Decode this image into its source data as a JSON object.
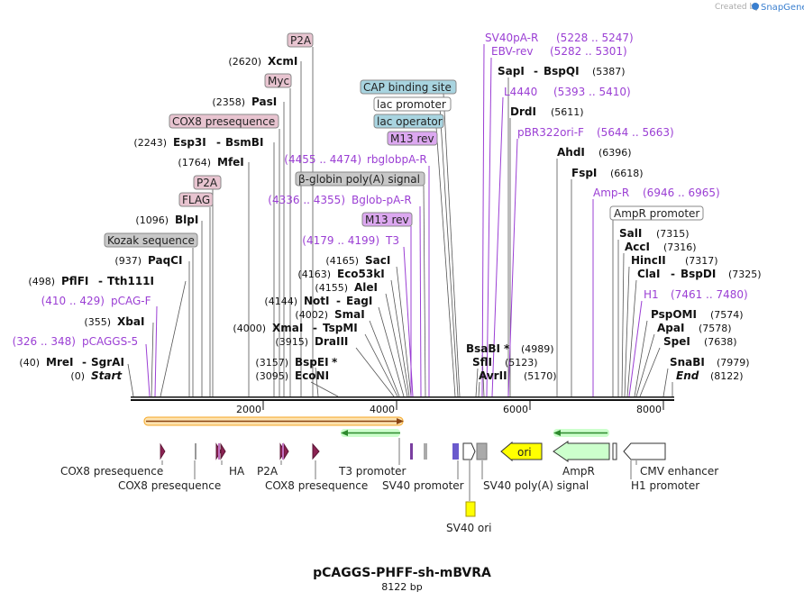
{
  "credit": {
    "prefix": "Created by",
    "brand": "SnapGene"
  },
  "plasmid": {
    "name": "pCAGGS-PHFF-sh-mBVRA",
    "length": "8122 bp"
  },
  "axis_ticks": [
    "2000",
    "4000",
    "6000",
    "8000"
  ],
  "left_labels": [
    {
      "pos": "(2620)",
      "name": "XcmI"
    },
    {
      "pos": "(2358)",
      "name": "PasI"
    },
    {
      "pos": "(2243)",
      "name": "Esp3I",
      "dash": "-",
      "name2": "BsmBI"
    },
    {
      "pos": "(1764)",
      "name": "MfeI"
    },
    {
      "pos": "(1096)",
      "name": "BlpI"
    },
    {
      "pos": "(937)",
      "name": "PaqCI"
    },
    {
      "pos": "(498)",
      "name": "PflFI",
      "dash": "-",
      "name2": "Tth111I"
    },
    {
      "pos": "(410 .. 429)",
      "name": "pCAG-F"
    },
    {
      "pos": "(355)",
      "name": "XbaI"
    },
    {
      "pos": "(326 .. 348)",
      "name": "pCAGGS-5"
    },
    {
      "pos": "(40)",
      "name": "MreI",
      "dash": "-",
      "name2": "SgrAI"
    },
    {
      "pos": "(0)",
      "name": "Start"
    }
  ],
  "left_features": [
    {
      "name": "P2A",
      "color": "#e8c4d0"
    },
    {
      "name": "Myc",
      "color": "#e8c4d0"
    },
    {
      "name": "COX8 presequence",
      "color": "#e8c4d0"
    },
    {
      "name": "P2A",
      "color": "#e8c4d0"
    },
    {
      "name": "FLAG",
      "color": "#e8c4d0"
    },
    {
      "name": "Kozak sequence",
      "color": "#c8c8c8"
    }
  ],
  "middle_labels": [
    {
      "pos": "(4455 .. 4474)",
      "name": "rbglobpA-R"
    },
    {
      "pos": "(4336 .. 4355)",
      "name": "Bglob-pA-R"
    },
    {
      "pos": "(4179 .. 4199)",
      "name": "T3"
    },
    {
      "pos": "(4165)",
      "name": "SacI"
    },
    {
      "pos": "(4163)",
      "name": "Eco53kI"
    },
    {
      "pos": "(4155)",
      "name": "AleI"
    },
    {
      "pos": "(4144)",
      "name": "NotI",
      "dash": "-",
      "name2": "EagI"
    },
    {
      "pos": "(4002)",
      "name": "SmaI"
    },
    {
      "pos": "(4000)",
      "name": "XmaI",
      "dash": "-",
      "name2": "TspMI"
    },
    {
      "pos": "(3915)",
      "name": "DraIII"
    },
    {
      "pos": "(3157)",
      "name": "BspEI",
      "star": "*"
    },
    {
      "pos": "(3095)",
      "name": "EcoNI"
    }
  ],
  "middle_features": [
    {
      "name": "CAP binding site",
      "color": "#a8d4e0"
    },
    {
      "name": "lac promoter",
      "color": "#ffffff"
    },
    {
      "name": "lac operator",
      "color": "#a8d4e0"
    },
    {
      "name": "M13 rev",
      "color": "#dca8f0"
    },
    {
      "name": "β-globin poly(A) signal",
      "color": "#c8c8c8"
    },
    {
      "name": "M13 rev",
      "color": "#dca8f0"
    }
  ],
  "right_labels": [
    {
      "name": "SV40pA-R",
      "pos": "(5228 .. 5247)"
    },
    {
      "name": "EBV-rev",
      "pos": "(5282 .. 5301)"
    },
    {
      "name": "SapI",
      "dash": "-",
      "name2": "BspQI",
      "pos": "(5387)"
    },
    {
      "name": "L4440",
      "pos": "(5393 .. 5410)"
    },
    {
      "name": "DrdI",
      "pos": "(5611)"
    },
    {
      "name": "pBR322ori-F",
      "pos": "(5644 .. 5663)"
    },
    {
      "name": "AhdI",
      "pos": "(6396)"
    },
    {
      "name": "FspI",
      "pos": "(6618)"
    },
    {
      "name": "Amp-R",
      "pos": "(6946 .. 6965)"
    },
    {
      "name": "SalI",
      "pos": "(7315)"
    },
    {
      "name": "AccI",
      "pos": "(7316)"
    },
    {
      "name": "HincII",
      "pos": "(7317)"
    },
    {
      "name": "ClaI",
      "dash": "-",
      "name2": "BspDI",
      "pos": "(7325)"
    },
    {
      "name": "H1",
      "pos": "(7461 .. 7480)"
    },
    {
      "name": "PspOMI",
      "pos": "(7574)"
    },
    {
      "name": "ApaI",
      "pos": "(7578)"
    },
    {
      "name": "SpeI",
      "pos": "(7638)"
    },
    {
      "name": "SnaBI",
      "pos": "(7979)"
    },
    {
      "name": "End",
      "pos": "(8122)"
    },
    {
      "name": "BsaBI",
      "star": "*",
      "pos": "(4989)"
    },
    {
      "name": "SflI",
      "pos": "(5123)"
    },
    {
      "name": "AvrII",
      "pos": "(5170)"
    }
  ],
  "right_features": [
    {
      "name": "AmpR promoter",
      "color": "#ffffff"
    }
  ],
  "bottom_labels": [
    "COX8 presequence",
    "COX8 presequence",
    "HA",
    "P2A",
    "COX8 presequence",
    "T3 promoter",
    "SV40 promoter",
    "SV40 poly(A) signal",
    "AmpR",
    "CMV enhancer",
    "H1 promoter",
    "SV40 ori"
  ],
  "ori_label": "ori",
  "colors": {
    "primer": "#9b3fd4",
    "ori": "#ffff00",
    "ampr": "#ccffcc",
    "orf": "#8b2252",
    "orange_bar": "#f5a623",
    "green_arrow": "#2e8b2e"
  }
}
